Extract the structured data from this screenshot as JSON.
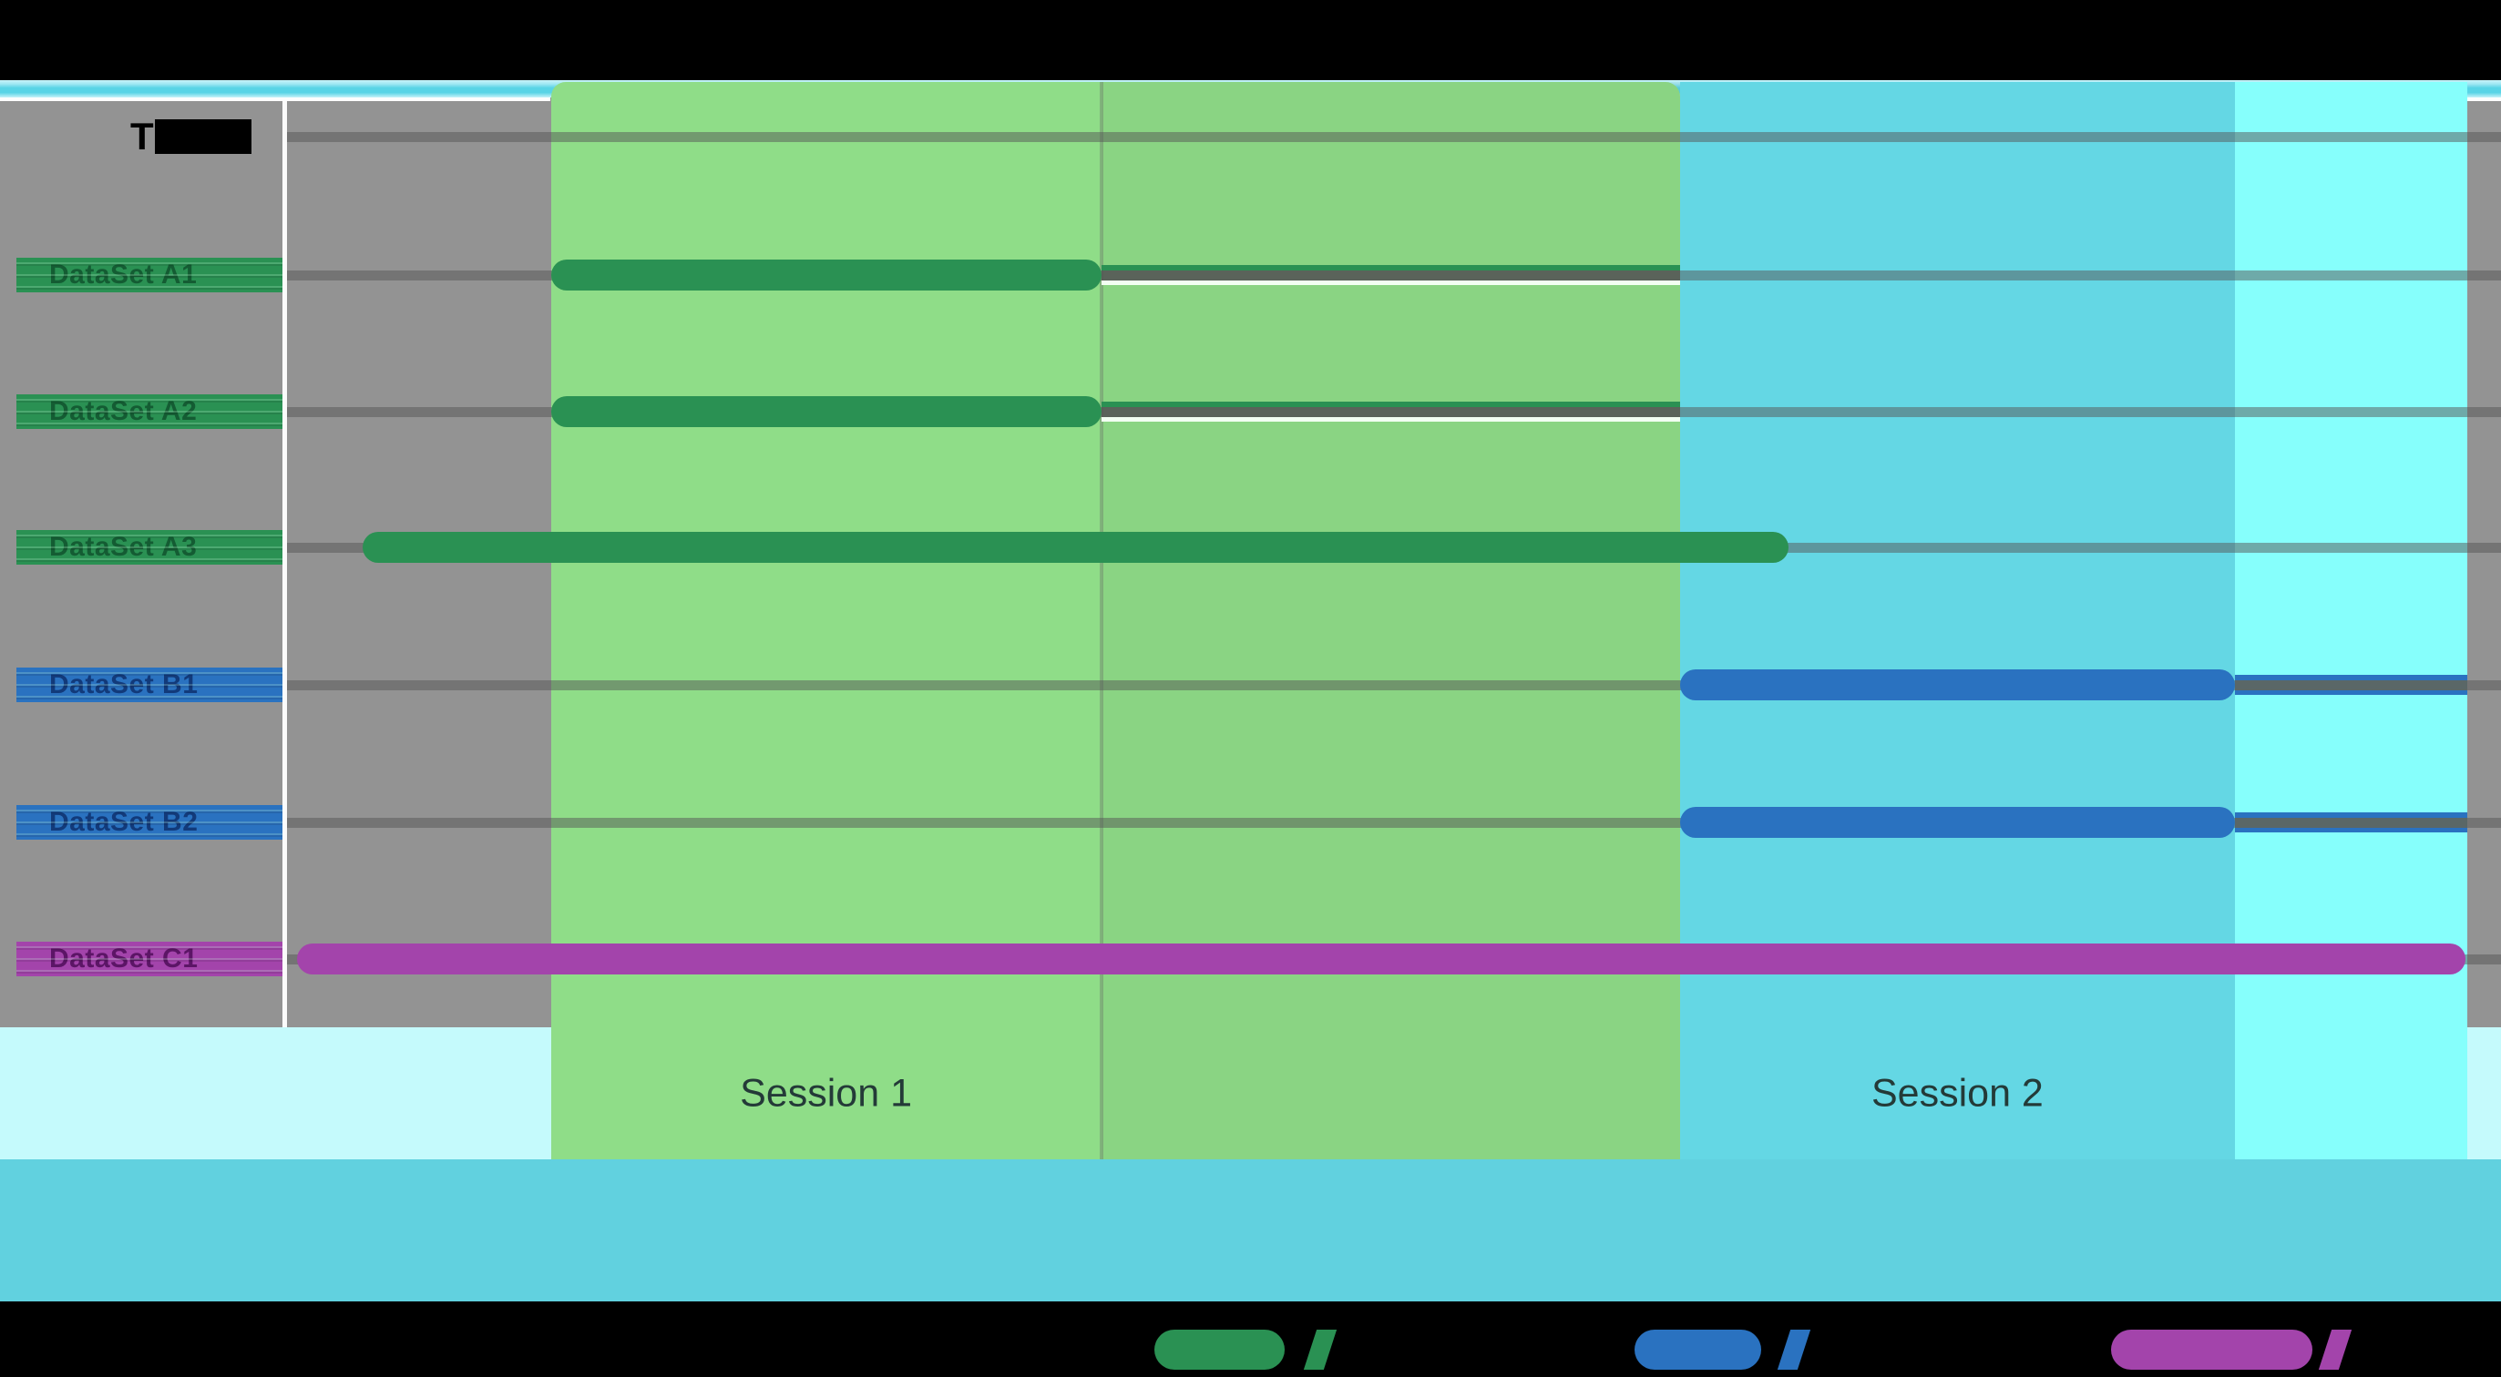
{
  "header": {
    "label": "T",
    "note": "remaining header text hidden by black box"
  },
  "sessions": [
    {
      "label": "Session 1"
    },
    {
      "label": "Session 2"
    }
  ],
  "colors": {
    "series_green": "#2a9153",
    "series_blue": "#2a72c0",
    "series_purple": "#a344ab",
    "band_session1_green": "#8fdd88",
    "band_session2_cyan": "#64d7e4",
    "band_post_lightcyan": "#86fffc",
    "bottom_band_cyan": "#61d1df",
    "pale_strip_cyan": "#c5fafc",
    "plot_gray": "#939393",
    "top_stripe_cyan": "#59d4e6",
    "black": "#000000"
  },
  "chart_data": {
    "type": "gantt",
    "unit": "percent_of_timeline_width",
    "timeline_note": "no numeric axis labels visible; extents estimated from pixels",
    "rows": [
      {
        "label": "DataSet A1",
        "series": "A",
        "color": "#2a9153",
        "text_color": "#145c33",
        "bar": {
          "start": 12.1,
          "end": 36.9
        },
        "tail": {
          "start": 36.9,
          "end": 63.0,
          "bottom_color": "#f2fff2"
        }
      },
      {
        "label": "DataSet A2",
        "series": "A",
        "color": "#2a9153",
        "text_color": "#145c33",
        "bar": {
          "start": 12.1,
          "end": 36.9
        },
        "tail": {
          "start": 36.9,
          "end": 63.0,
          "bottom_color": "#f2fff2"
        }
      },
      {
        "label": "DataSet A3",
        "series": "A",
        "color": "#2a9153",
        "text_color": "#145c33",
        "bar": {
          "start": 3.6,
          "end": 67.9
        },
        "tail": null
      },
      {
        "label": "DataSet B1",
        "series": "B",
        "color": "#2a72c0",
        "text_color": "#123a7a",
        "bar": {
          "start": 63.0,
          "end": 88.0
        },
        "tail": {
          "start": 88.0,
          "end": 98.5,
          "bottom_color": "#2a72c0"
        }
      },
      {
        "label": "DataSet B2",
        "series": "B",
        "color": "#2a72c0",
        "text_color": "#123a7a",
        "bar": {
          "start": 63.0,
          "end": 88.0
        },
        "tail": {
          "start": 88.0,
          "end": 98.5,
          "bottom_color": "#2a72c0"
        }
      },
      {
        "label": "DataSet C1",
        "series": "C",
        "color": "#a344ab",
        "text_color": "#5c1566",
        "bar": {
          "start": 0.65,
          "end": 98.4
        },
        "tail": null
      }
    ],
    "bands": [
      {
        "name": "session1",
        "label": "Session 1",
        "start": 12.1,
        "end": 63.0,
        "color": "#8fdd88",
        "label_center": 24.5,
        "divider_at": 36.9
      },
      {
        "name": "session2",
        "label": "Session 2",
        "start": 63.0,
        "end": 88.0,
        "color": "#64d7e4",
        "label_center": 75.5
      },
      {
        "name": "post-session",
        "label": "",
        "start": 88.0,
        "end": 98.5,
        "color": "#86fffc"
      }
    ],
    "gridlines": "one gray horizontal line per row, full timeline width",
    "legend": [
      {
        "series": "A",
        "color": "#2a9153",
        "swatch_width": 143,
        "label_hidden": true
      },
      {
        "series": "B",
        "color": "#2a72c0",
        "swatch_width": 139,
        "label_hidden": true
      },
      {
        "series": "C",
        "color": "#a344ab",
        "swatch_width": 221,
        "label_hidden": true
      }
    ],
    "legend_position": "bottom strip, black background, labels unreadable (black on black)"
  }
}
